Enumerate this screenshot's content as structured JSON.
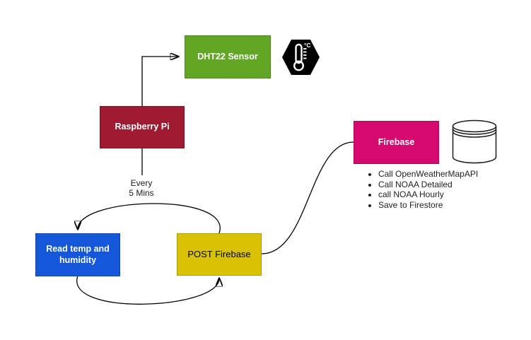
{
  "diagram_title": "",
  "nodes": {
    "dht22": {
      "label": "DHT22 Sensor",
      "fill": "#61A625",
      "border": "#4C861C",
      "text_color": "#ffffff"
    },
    "rpi": {
      "label": "Raspberry Pi",
      "fill": "#9E1B32",
      "border": "#7D1426",
      "text_color": "#ffffff"
    },
    "firebase": {
      "label": "Firebase",
      "fill": "#D40A6F",
      "border": "#AA0858",
      "text_color": "#ffffff"
    },
    "read": {
      "label": "Read temp and humidity",
      "fill": "#1457DB",
      "border": "#0E46B4",
      "text_color": "#ffffff"
    },
    "post": {
      "label": "POST Firebase",
      "fill": "#D9C104",
      "border": "#AE9A02",
      "text_color": "#000000"
    }
  },
  "edge_label": {
    "line1": "Every",
    "line2": "5 Mins"
  },
  "notes": {
    "items": [
      "Call OpenWeatherMapAPI",
      "Call NOAA Detailed",
      "call NOAA Hourly",
      "Save to Firestore"
    ]
  },
  "icons": {
    "thermometer": {
      "name": "thermometer-celsius-icon",
      "unit": "°C",
      "badge_color": "#000000",
      "glyph_color": "#ffffff"
    },
    "database": {
      "name": "database-cylinder-icon",
      "stroke_color": "#1a1a1a",
      "fill_color": "#ffffff"
    }
  },
  "edge_color": "#000000",
  "background_color": "#ffffff"
}
